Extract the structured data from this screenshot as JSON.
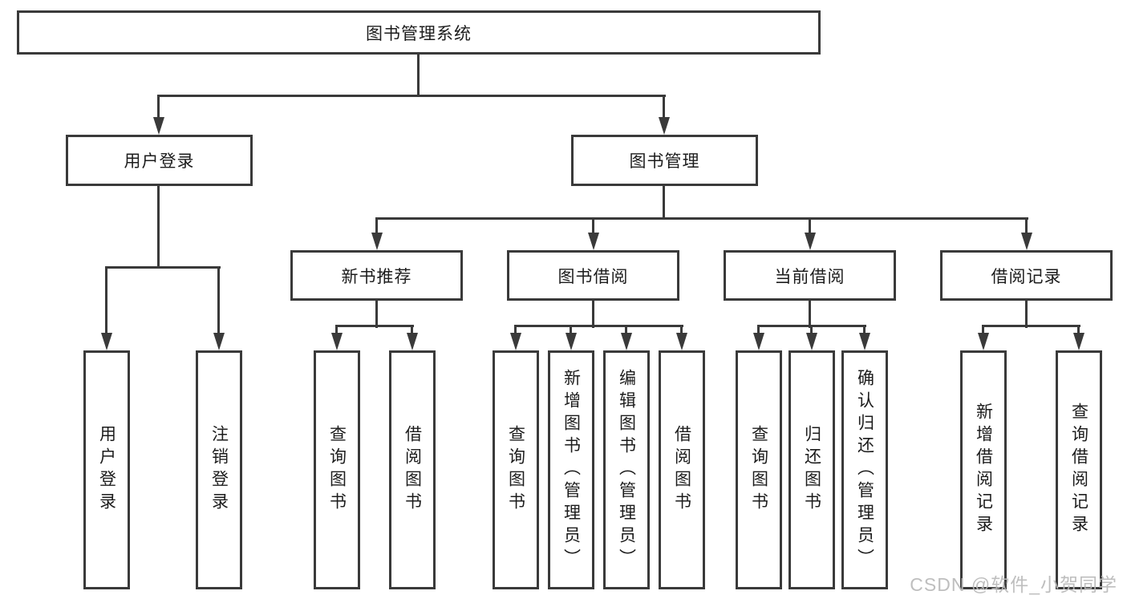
{
  "colors": {
    "line": "#3a3a3a",
    "text": "#1c1c1c",
    "watermark": "#b9b9b9",
    "background": "#ffffff"
  },
  "nodes": {
    "root": "图书管理系统",
    "user_login": "用户登录",
    "book_mgmt": "图书管理",
    "new_book": "新书推荐",
    "book_borrow": "图书借阅",
    "current_borrow": "当前借阅",
    "borrow_record": "借阅记录"
  },
  "leaves": {
    "user_login": [
      "用户登录",
      "注销登录"
    ],
    "new_book": [
      "查询图书",
      "借阅图书"
    ],
    "book_borrow": [
      "查询图书",
      "新增图书（管理员）",
      "编辑图书（管理员）",
      "借阅图书"
    ],
    "current_borrow": [
      "查询图书",
      "归还图书",
      "确认归还（管理员）"
    ],
    "borrow_record": [
      "新增借阅记录",
      "查询借阅记录"
    ]
  },
  "watermark": "CSDN @软件_小贺同学"
}
